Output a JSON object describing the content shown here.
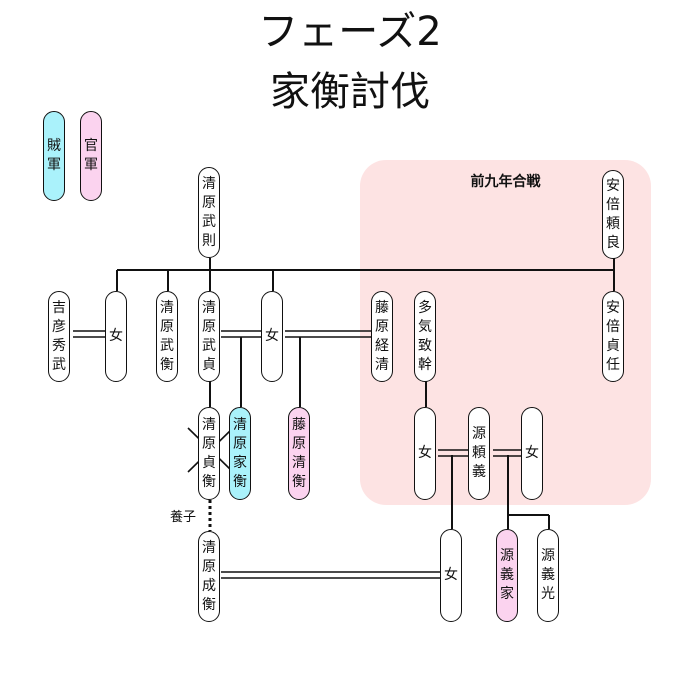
{
  "title": {
    "line1": "フェーズ2",
    "line2": "家衡討伐"
  },
  "legend": {
    "rebel": "賊軍",
    "gov": "官軍"
  },
  "colors": {
    "rebel": "#aaf2fb",
    "gov": "#fbd3ef",
    "region": "#fde3e3"
  },
  "region_label": "前九年合戦",
  "adoption_label": "養子",
  "nodes": {
    "takenori": "清原武則",
    "yoshihiko": "吉彦秀武",
    "onna1": "女",
    "takehira": "清原武衡",
    "takesada": "清原武貞",
    "onna2": "女",
    "tsunekiyo": "藤原経清",
    "naritoki": "多気致幹",
    "yoritoki": "安倍頼良",
    "sadato": "安倍貞任",
    "sadahira": "清原貞衡",
    "iehira": "清原家衡",
    "kiyohira": "藤原清衡",
    "onna3": "女",
    "yoriyoshi": "源頼義",
    "onna4": "女",
    "narihira": "清原成衡",
    "onna5": "女",
    "yoshiie": "源義家",
    "yoshimitsu": "源義光"
  }
}
